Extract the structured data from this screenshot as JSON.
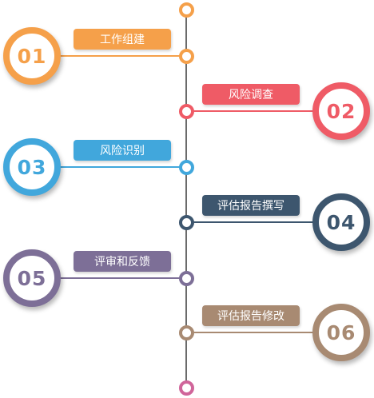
{
  "steps": [
    {
      "number": "01",
      "label": "工作组建",
      "color": "#f5a04a"
    },
    {
      "number": "02",
      "label": "风险调查",
      "color": "#ef5b66"
    },
    {
      "number": "03",
      "label": "风险识别",
      "color": "#41a7dc"
    },
    {
      "number": "04",
      "label": "评估报告撰写",
      "color": "#3d566e"
    },
    {
      "number": "05",
      "label": "评审和反馈",
      "color": "#7d6f97"
    },
    {
      "number": "06",
      "label": "评估报告修改",
      "color": "#a88a72"
    }
  ],
  "top_dot_color": "#f5a04a",
  "bottom_dot_color": "#d0659a"
}
